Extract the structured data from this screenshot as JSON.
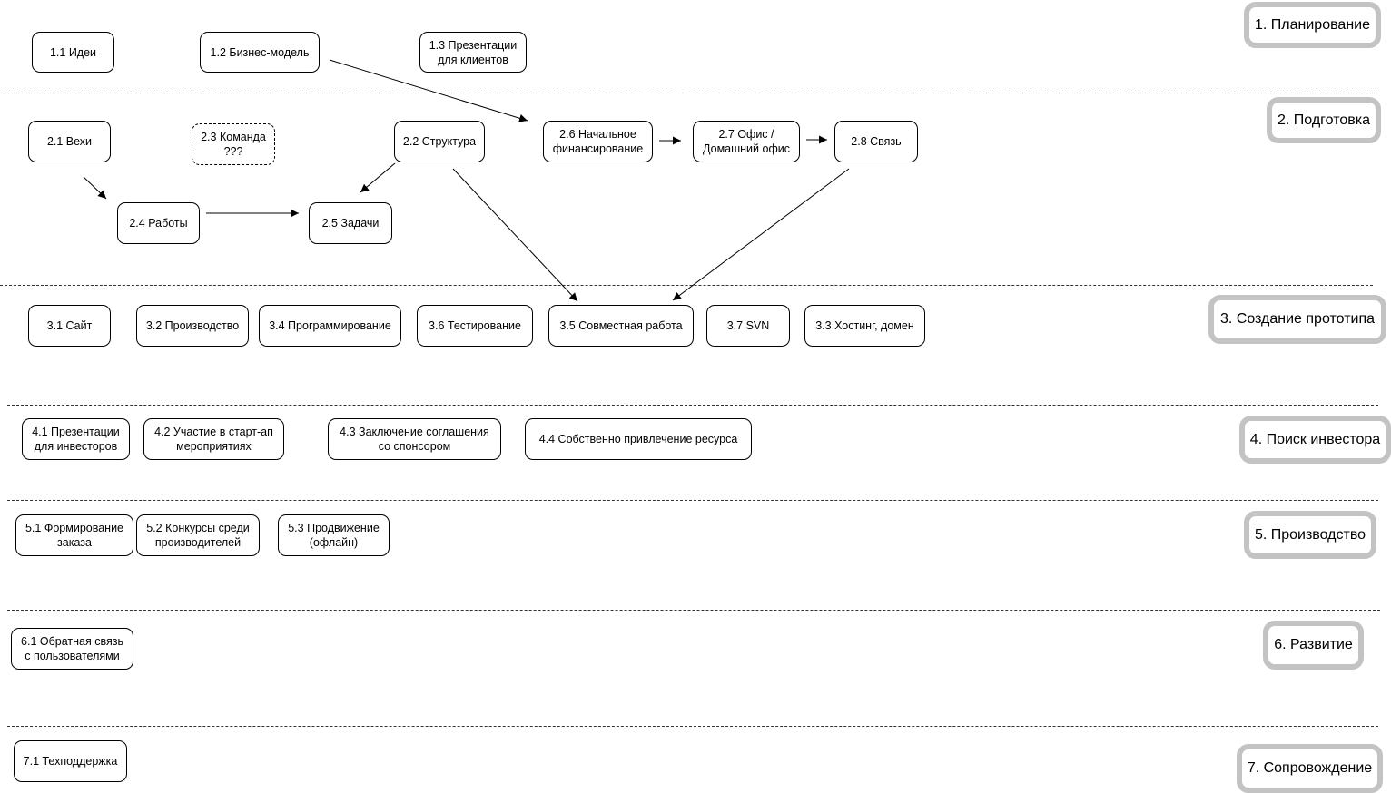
{
  "stages": [
    {
      "id": "s1",
      "label": "1. Планирование"
    },
    {
      "id": "s2",
      "label": "2. Подготовка"
    },
    {
      "id": "s3",
      "label": "3. Создание прототипа"
    },
    {
      "id": "s4",
      "label": "4. Поиск инвестора"
    },
    {
      "id": "s5",
      "label": "5. Производство"
    },
    {
      "id": "s6",
      "label": "6. Развитие"
    },
    {
      "id": "s7",
      "label": "7. Сопровождение"
    }
  ],
  "nodes": {
    "n11": "1.1 Идеи",
    "n12": "1.2 Бизнес-модель",
    "n13": "1.3 Презентации\nдля клиентов",
    "n21": "2.1 Вехи",
    "n23": "2.3 Команда\n???",
    "n22": "2.2 Структура",
    "n26": "2.6 Начальное\nфинансирование",
    "n27": "2.7 Офис /\nДомашний офис",
    "n28": "2.8 Связь",
    "n24": "2.4 Работы",
    "n25": "2.5 Задачи",
    "n31": "3.1 Сайт",
    "n32": "3.2 Производство",
    "n34": "3.4 Программирование",
    "n36": "3.6 Тестирование",
    "n35": "3.5 Совместная работа",
    "n37": "3.7 SVN",
    "n33": "3.3 Хостинг, домен",
    "n41": "4.1 Презентации\nдля инвесторов",
    "n42": "4.2 Участие в старт-ап\nмероприятиях",
    "n43": "4.3 Заключение соглашения\nсо спонсором",
    "n44": "4.4 Собственно привлечение ресурса",
    "n51": "5.1 Формирование\nзаказа",
    "n52": "5.2 Конкурсы среди\nпроизводителей",
    "n53": "5.3 Продвижение\n(офлайн)",
    "n61": "6.1 Обратная связь\nс пользователями",
    "n71": "7.1 Техподдержка"
  },
  "edges": [
    {
      "from": "1.2 Бизнес-модель",
      "to": "2.6 Начальное финансирование"
    },
    {
      "from": "2.6 Начальное финансирование",
      "to": "2.7 Офис / Домашний офис"
    },
    {
      "from": "2.7 Офис / Домашний офис",
      "to": "2.8 Связь"
    },
    {
      "from": "2.1 Вехи",
      "to": "2.4 Работы"
    },
    {
      "from": "2.4 Работы",
      "to": "2.5 Задачи"
    },
    {
      "from": "2.2 Структура",
      "to": "2.5 Задачи"
    },
    {
      "from": "2.2 Структура",
      "to": "3.5 Совместная работа"
    },
    {
      "from": "2.8 Связь",
      "to": "3.5 Совместная работа"
    }
  ]
}
